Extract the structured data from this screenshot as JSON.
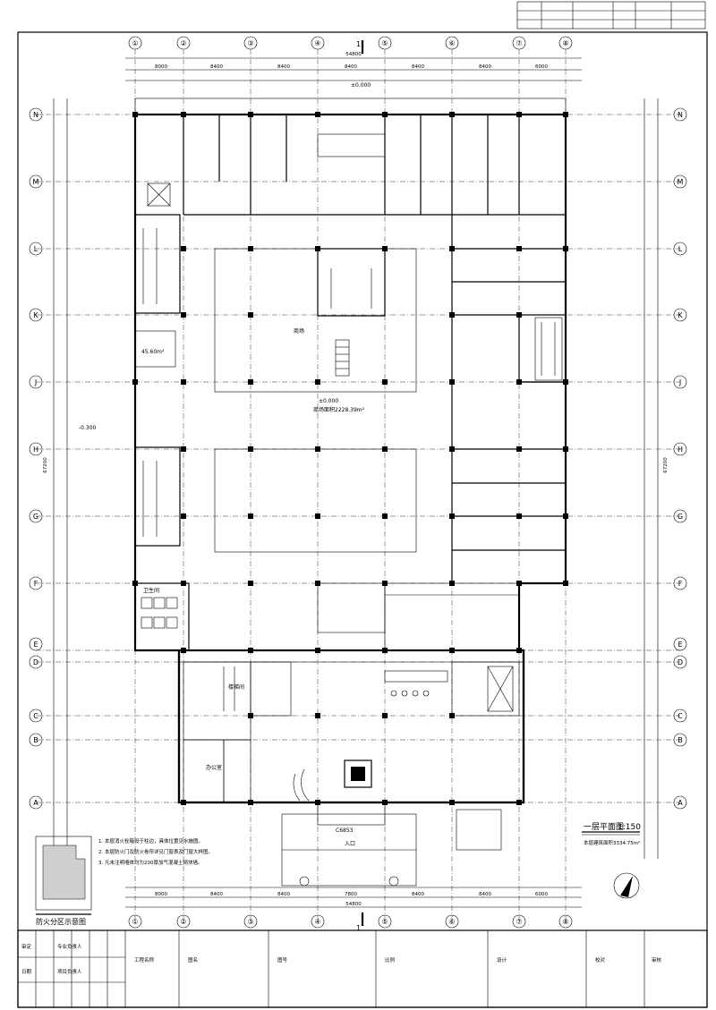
{
  "header_table": {
    "rows": 3
  },
  "grid_columns": [
    "①",
    "②",
    "③",
    "④",
    "⑤",
    "⑥",
    "⑦",
    "⑧"
  ],
  "grid_rows": [
    "N",
    "M",
    "L",
    "K",
    "J",
    "H",
    "G",
    "F",
    "E",
    "D",
    "C",
    "B",
    "A"
  ],
  "overall_width": "54800",
  "top_spans": [
    "8000",
    "8400",
    "8400",
    "8400",
    "8400",
    "8400",
    "6000"
  ],
  "bottom_spans": [
    "8000",
    "8400",
    "8400",
    "7800",
    "8400",
    "8400",
    "6000"
  ],
  "right_total": "67200",
  "left_total": "67200",
  "section_mark": "1",
  "room_label": "商场",
  "room_label_2": "办公室",
  "room_label_3": "卫生间",
  "room_label_4": "楼梯间",
  "entrance_text": "入口",
  "level_mark": "±0.000",
  "level_mark_left": "-0.300",
  "area_main": "商场面积2228.39m²",
  "area_fire": "45.60m²",
  "door_code_1": "C6853",
  "drawing_title": "一层平面图",
  "drawing_scale": "1:150",
  "building_area": "本层建筑面积3334.75m²",
  "zone_diagram_title": "防火分区示意图",
  "notes": [
    "1. 本层消火栓箱设于柱边，具体位置见水施图。",
    "2. 本层防火门及防火卷帘详见门窗表及门窗大样图。",
    "3. 凡未注明墙体均为200厚加气混凝土砌块墙。"
  ],
  "title_block_cells": [
    "工程名称",
    "图名",
    "图号",
    "比例",
    "设计",
    "校对",
    "审核",
    "审定",
    "日期",
    "专业负责人",
    "项目负责人"
  ]
}
